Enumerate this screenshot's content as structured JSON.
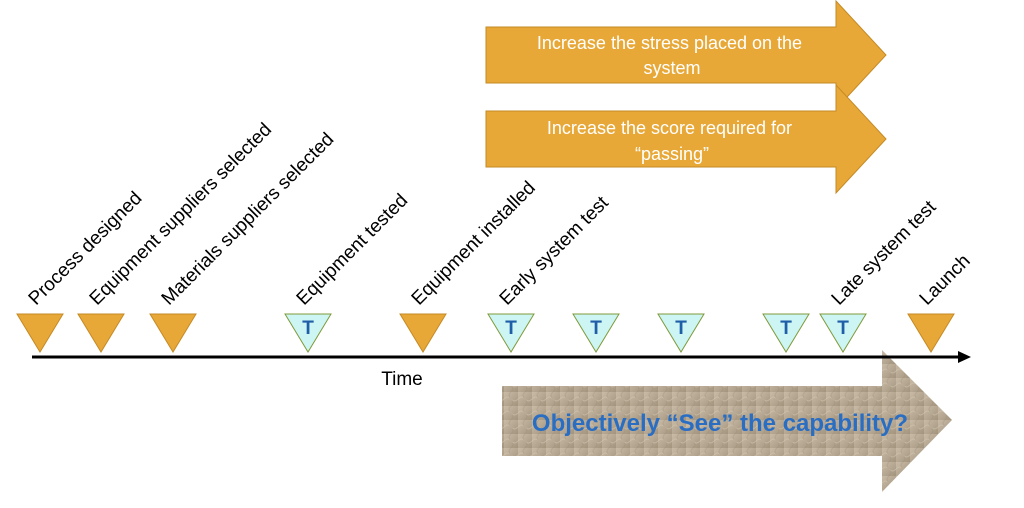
{
  "arrows": {
    "stress": [
      "Increase the stress placed on the",
      "system"
    ],
    "score": [
      "Increase the score required for",
      "“passing”"
    ]
  },
  "milestones": [
    {
      "label": "Process designed",
      "test": false
    },
    {
      "label": "Equipment suppliers selected",
      "test": false
    },
    {
      "label": "Materials suppliers selected",
      "test": false
    },
    {
      "label": "Equipment tested",
      "test": true
    },
    {
      "label": "Equipment installed",
      "test": false
    },
    {
      "label": "Early system test",
      "test": true
    },
    {
      "label": "",
      "test": true
    },
    {
      "label": "",
      "test": true
    },
    {
      "label": "",
      "test": true
    },
    {
      "label": "Late system test",
      "test": true
    },
    {
      "label": "Launch",
      "test": false
    }
  ],
  "test_letter": "T",
  "timeline": {
    "label": "Time"
  },
  "big_arrow": {
    "text": "Objectively “See” the capability?"
  },
  "colors": {
    "orange": "#e8a838",
    "orange_stroke": "#c58a24",
    "cyan": "#cdf5f3",
    "cyan_stroke": "#7f9a3a",
    "blue_text": "#2a6ec4",
    "taupe": "#a49785"
  }
}
